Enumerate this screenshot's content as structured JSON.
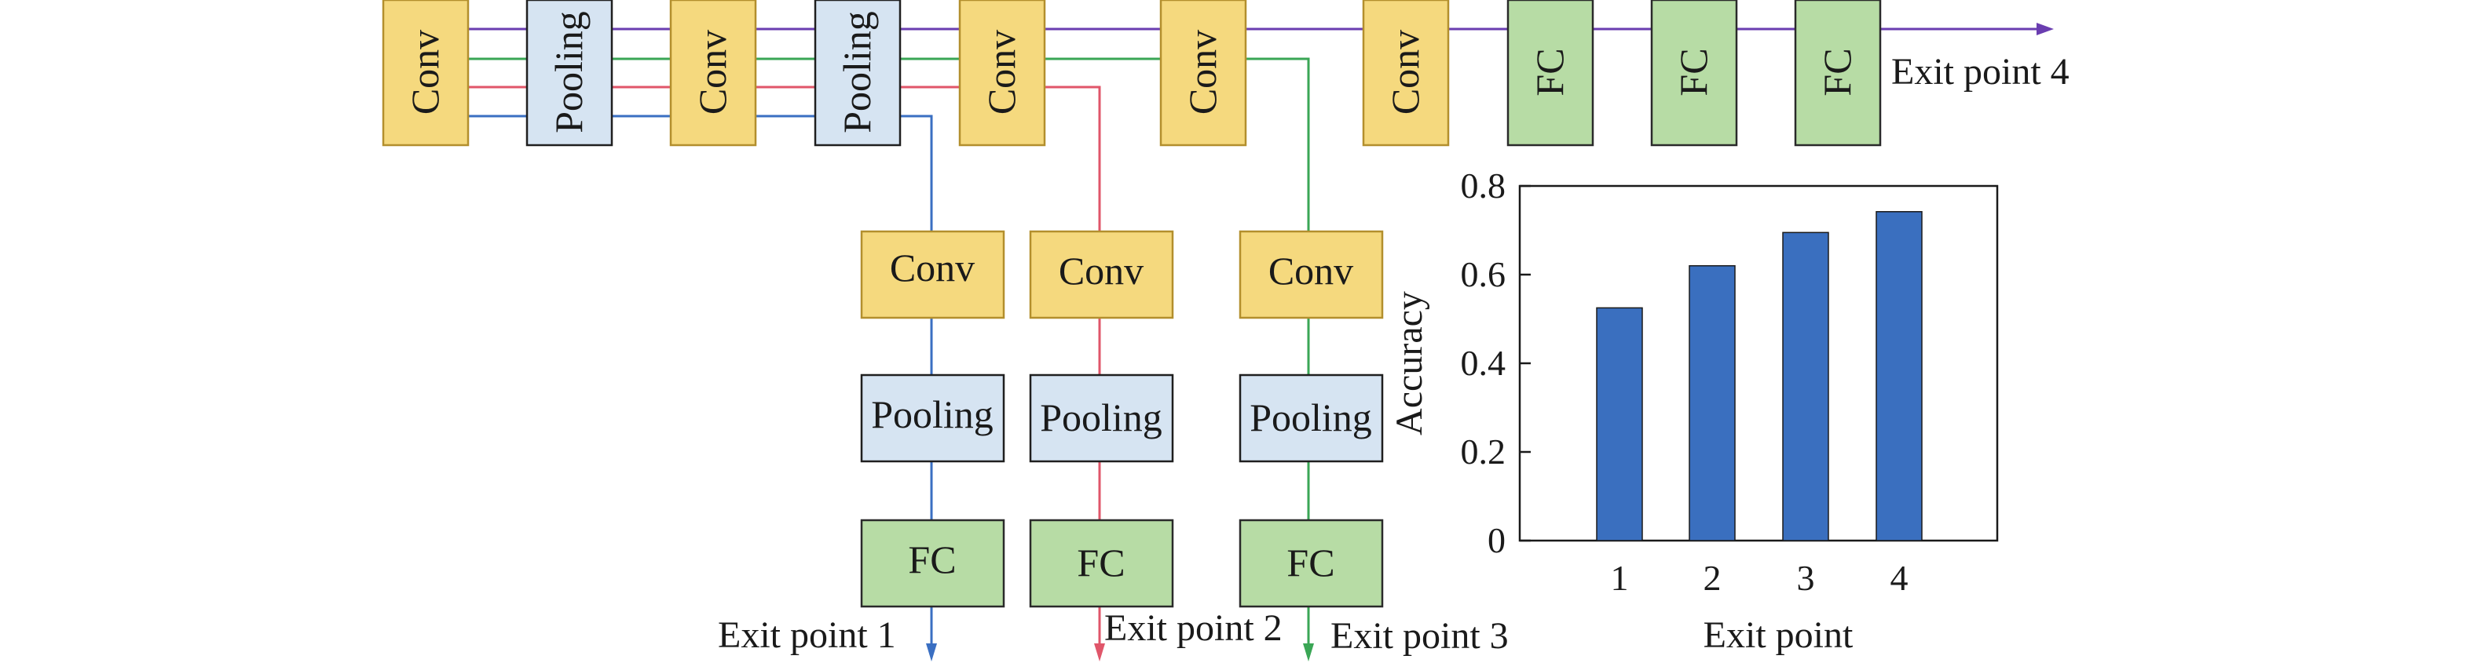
{
  "colors": {
    "conv": "#f5d97e",
    "conv_border": "#b38f2d",
    "pool": "#d6e4f2",
    "pool_border": "#1f1f1f",
    "fc": "#b7dca5",
    "fc_border": "#2a2a2a",
    "line_purple": "#6a3db0",
    "line_green": "#3aa655",
    "line_red": "#e0566a",
    "line_blue": "#3a6fc2",
    "bar": "#3a6fbf"
  },
  "main_path": {
    "blocks": [
      {
        "type": "conv",
        "label": "Conv"
      },
      {
        "type": "pool",
        "label": "Pooling"
      },
      {
        "type": "conv",
        "label": "Conv"
      },
      {
        "type": "pool",
        "label": "Pooling"
      },
      {
        "type": "conv",
        "label": "Conv"
      },
      {
        "type": "conv",
        "label": "Conv"
      },
      {
        "type": "conv",
        "label": "Conv"
      },
      {
        "type": "fc",
        "label": "FC"
      },
      {
        "type": "fc",
        "label": "FC"
      },
      {
        "type": "fc",
        "label": "FC"
      }
    ],
    "exit_label": "Exit point 4"
  },
  "branches": [
    {
      "color": "line_blue",
      "blocks": [
        "Conv",
        "Pooling",
        "FC"
      ],
      "exit_label": "Exit point 1"
    },
    {
      "color": "line_red",
      "blocks": [
        "Conv",
        "Pooling",
        "FC"
      ],
      "exit_label": "Exit point 2"
    },
    {
      "color": "line_green",
      "blocks": [
        "Conv",
        "Pooling",
        "FC"
      ],
      "exit_label": "Exit point 3"
    }
  ],
  "chart_data": {
    "type": "bar",
    "categories": [
      "1",
      "2",
      "3",
      "4"
    ],
    "values": [
      0.525,
      0.62,
      0.695,
      0.742
    ],
    "title": "",
    "xlabel": "Exit point",
    "ylabel": "Accuracy",
    "ylim": [
      0,
      0.8
    ],
    "yticks": [
      "0",
      "0.2",
      "0.4",
      "0.6",
      "0.8"
    ],
    "grid": false,
    "legend": "none"
  }
}
